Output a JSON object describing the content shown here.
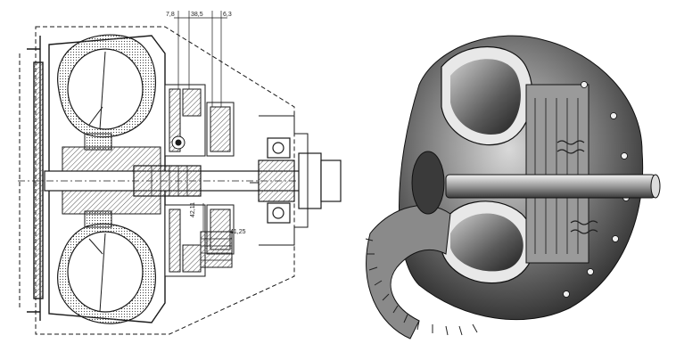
{
  "drawing": {
    "dim_top_1": "7,8",
    "dim_top_2": "38,5",
    "dim_top_3": "6,3",
    "dim_mid_1": "42,11",
    "dim_mid_2": "41,25"
  },
  "colors": {
    "ink": "#1a1a1a",
    "paper": "#ffffff",
    "hatch": "#555555",
    "metal_dark": "#2b2b2b",
    "metal_mid": "#6e6e6e",
    "metal_light": "#bdbdbd",
    "metal_highlight": "#e6e6e6"
  }
}
